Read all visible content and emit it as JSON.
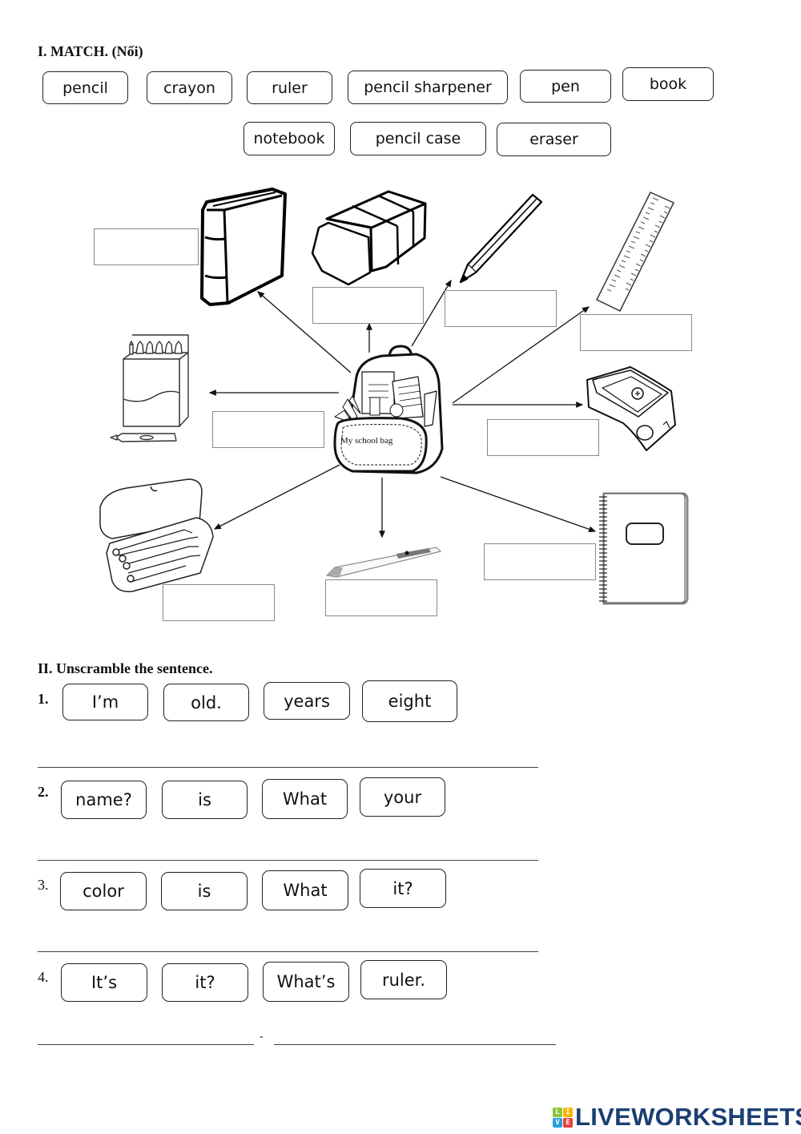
{
  "section1": {
    "title": "I. MATCH. (Nối)",
    "word_bank": [
      "pencil",
      "crayon",
      "ruler",
      "pencil sharpener",
      "pen",
      "book",
      "notebook",
      "pencil case",
      "eraser"
    ],
    "center_label": "My school bag",
    "items": [
      {
        "picture": "book",
        "answer": ""
      },
      {
        "picture": "eraser",
        "answer": ""
      },
      {
        "picture": "pencil",
        "answer": ""
      },
      {
        "picture": "ruler",
        "answer": ""
      },
      {
        "picture": "crayon",
        "answer": ""
      },
      {
        "picture": "pencil sharpener",
        "answer": ""
      },
      {
        "picture": "pencil case",
        "answer": ""
      },
      {
        "picture": "pen",
        "answer": ""
      },
      {
        "picture": "notebook",
        "answer": ""
      }
    ]
  },
  "section2": {
    "title": "II. Unscramble the sentence.",
    "questions": [
      {
        "number": "1.",
        "words": [
          "I’m",
          "old.",
          "years",
          "eight"
        ],
        "answer": ""
      },
      {
        "number": "2.",
        "words": [
          "name?",
          "is",
          "What",
          "your"
        ],
        "answer": ""
      },
      {
        "number": "3.",
        "words": [
          "color",
          "is",
          "What",
          "it?"
        ],
        "answer": ""
      },
      {
        "number": "4.",
        "words": [
          "It’s",
          "it?",
          "What’s",
          "ruler."
        ],
        "answer": "",
        "separator": "-"
      }
    ]
  },
  "logo": {
    "tiles": [
      {
        "letter": "L",
        "color": "#8cc63f"
      },
      {
        "letter": "I",
        "color": "#f7b500"
      },
      {
        "letter": "V",
        "color": "#2d9cdb"
      },
      {
        "letter": "E",
        "color": "#e8413c"
      }
    ],
    "text": "LIVEWORKSHEETS",
    "text_color": "#1b3f73"
  }
}
